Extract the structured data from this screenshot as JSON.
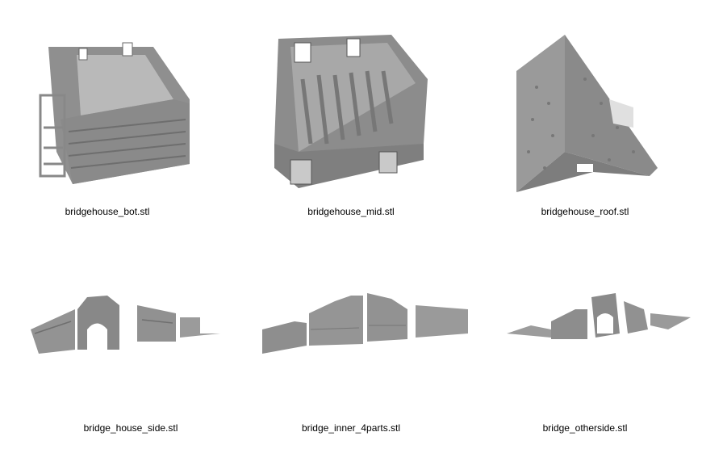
{
  "files": [
    {
      "name": "bridgehouse_bot.stl",
      "icon": "stone-tower-base-model-icon"
    },
    {
      "name": "bridgehouse_mid.stl",
      "icon": "timber-house-middle-model-icon"
    },
    {
      "name": "bridgehouse_roof.stl",
      "icon": "shingle-roof-model-icon"
    },
    {
      "name": "bridge_house_side.stl",
      "icon": "arched-bridge-side-model-icon"
    },
    {
      "name": "bridge_inner_4parts.stl",
      "icon": "bridge-inner-parts-model-icon"
    },
    {
      "name": "bridge_otherside.stl",
      "icon": "bridge-otherside-model-icon"
    }
  ],
  "colors": {
    "model_fill": "#9e9e9e",
    "model_dark": "#6f6f6f",
    "model_light": "#c4c4c4",
    "background": "#ffffff"
  }
}
